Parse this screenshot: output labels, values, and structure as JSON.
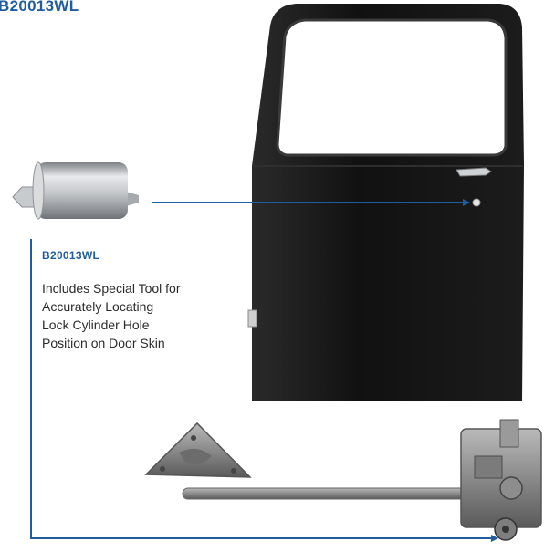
{
  "header": {
    "part_number": "B20013WL"
  },
  "callout": {
    "part_number": "B20013WL",
    "description_lines": [
      "Includes Special Tool for",
      "Accurately Locating",
      "Lock Cylinder Hole",
      "Position on Door Skin"
    ]
  },
  "colors": {
    "accent": "#1f5d9e",
    "door": "#141414",
    "text": "#2b2b2b"
  }
}
